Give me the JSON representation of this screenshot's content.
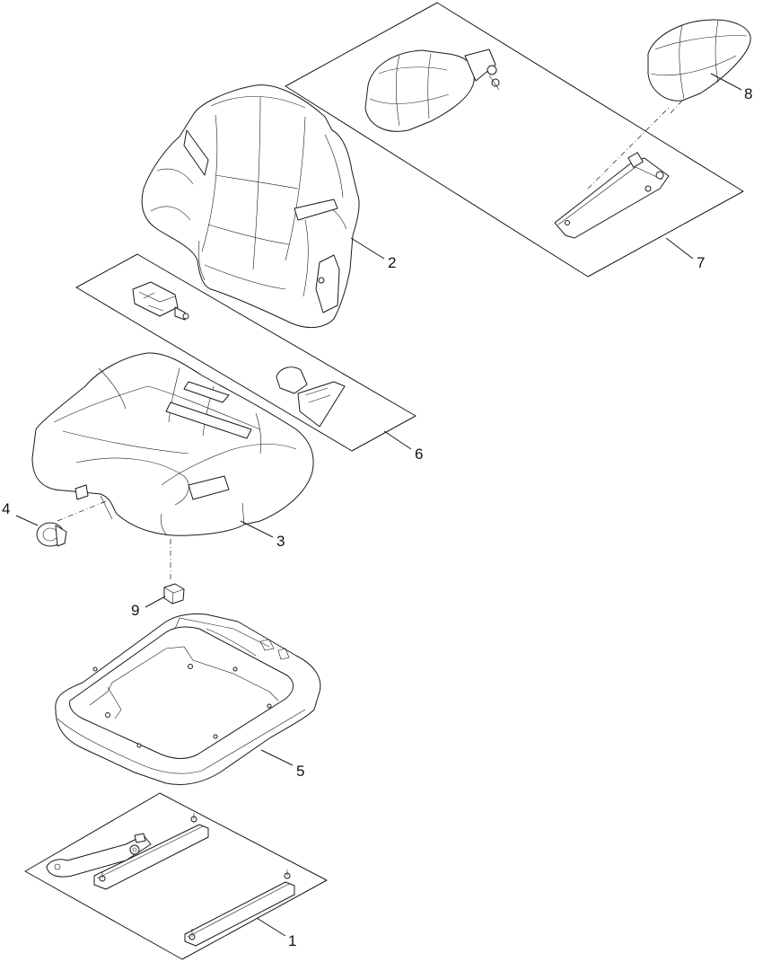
{
  "diagram": {
    "type": "exploded-parts-view",
    "callouts": [
      {
        "id": "1",
        "label": "1"
      },
      {
        "id": "2",
        "label": "2"
      },
      {
        "id": "3",
        "label": "3"
      },
      {
        "id": "4",
        "label": "4"
      },
      {
        "id": "5",
        "label": "5"
      },
      {
        "id": "6",
        "label": "6"
      },
      {
        "id": "7",
        "label": "7"
      },
      {
        "id": "8",
        "label": "8"
      },
      {
        "id": "9",
        "label": "9"
      }
    ],
    "colors": {
      "line": "#1a1a1a",
      "background": "#ffffff"
    }
  }
}
